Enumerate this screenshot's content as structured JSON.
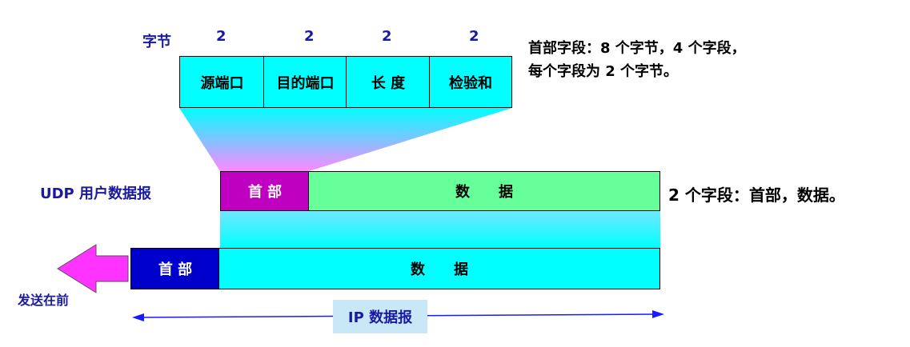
{
  "header_fields": {
    "bytes_label": "字节",
    "byte_counts": [
      "2",
      "2",
      "2",
      "2"
    ],
    "fields": [
      "源端口",
      "目的端口",
      "长 度",
      "检验和"
    ]
  },
  "header_note": {
    "line1": "首部字段：8 个字节，4 个字段，",
    "line2": "每个字段为 2 个字节。"
  },
  "udp": {
    "label": "UDP 用户数据报",
    "header": "首 部",
    "data": "数　　据",
    "note": "2 个字段：首部，数据。"
  },
  "ip": {
    "header": "首 部",
    "data": "数　　据",
    "label": "IP 数据报"
  },
  "send_first": "发送在前",
  "colors": {
    "cyan": "#00ffff",
    "udp_header": "#c000c0",
    "udp_data": "#66ff99",
    "ip_header": "#0000cc",
    "magenta_arrow": "#ff33ff",
    "label_blue": "#1a1aa0",
    "ip_label_bg": "#c8e8f8"
  }
}
